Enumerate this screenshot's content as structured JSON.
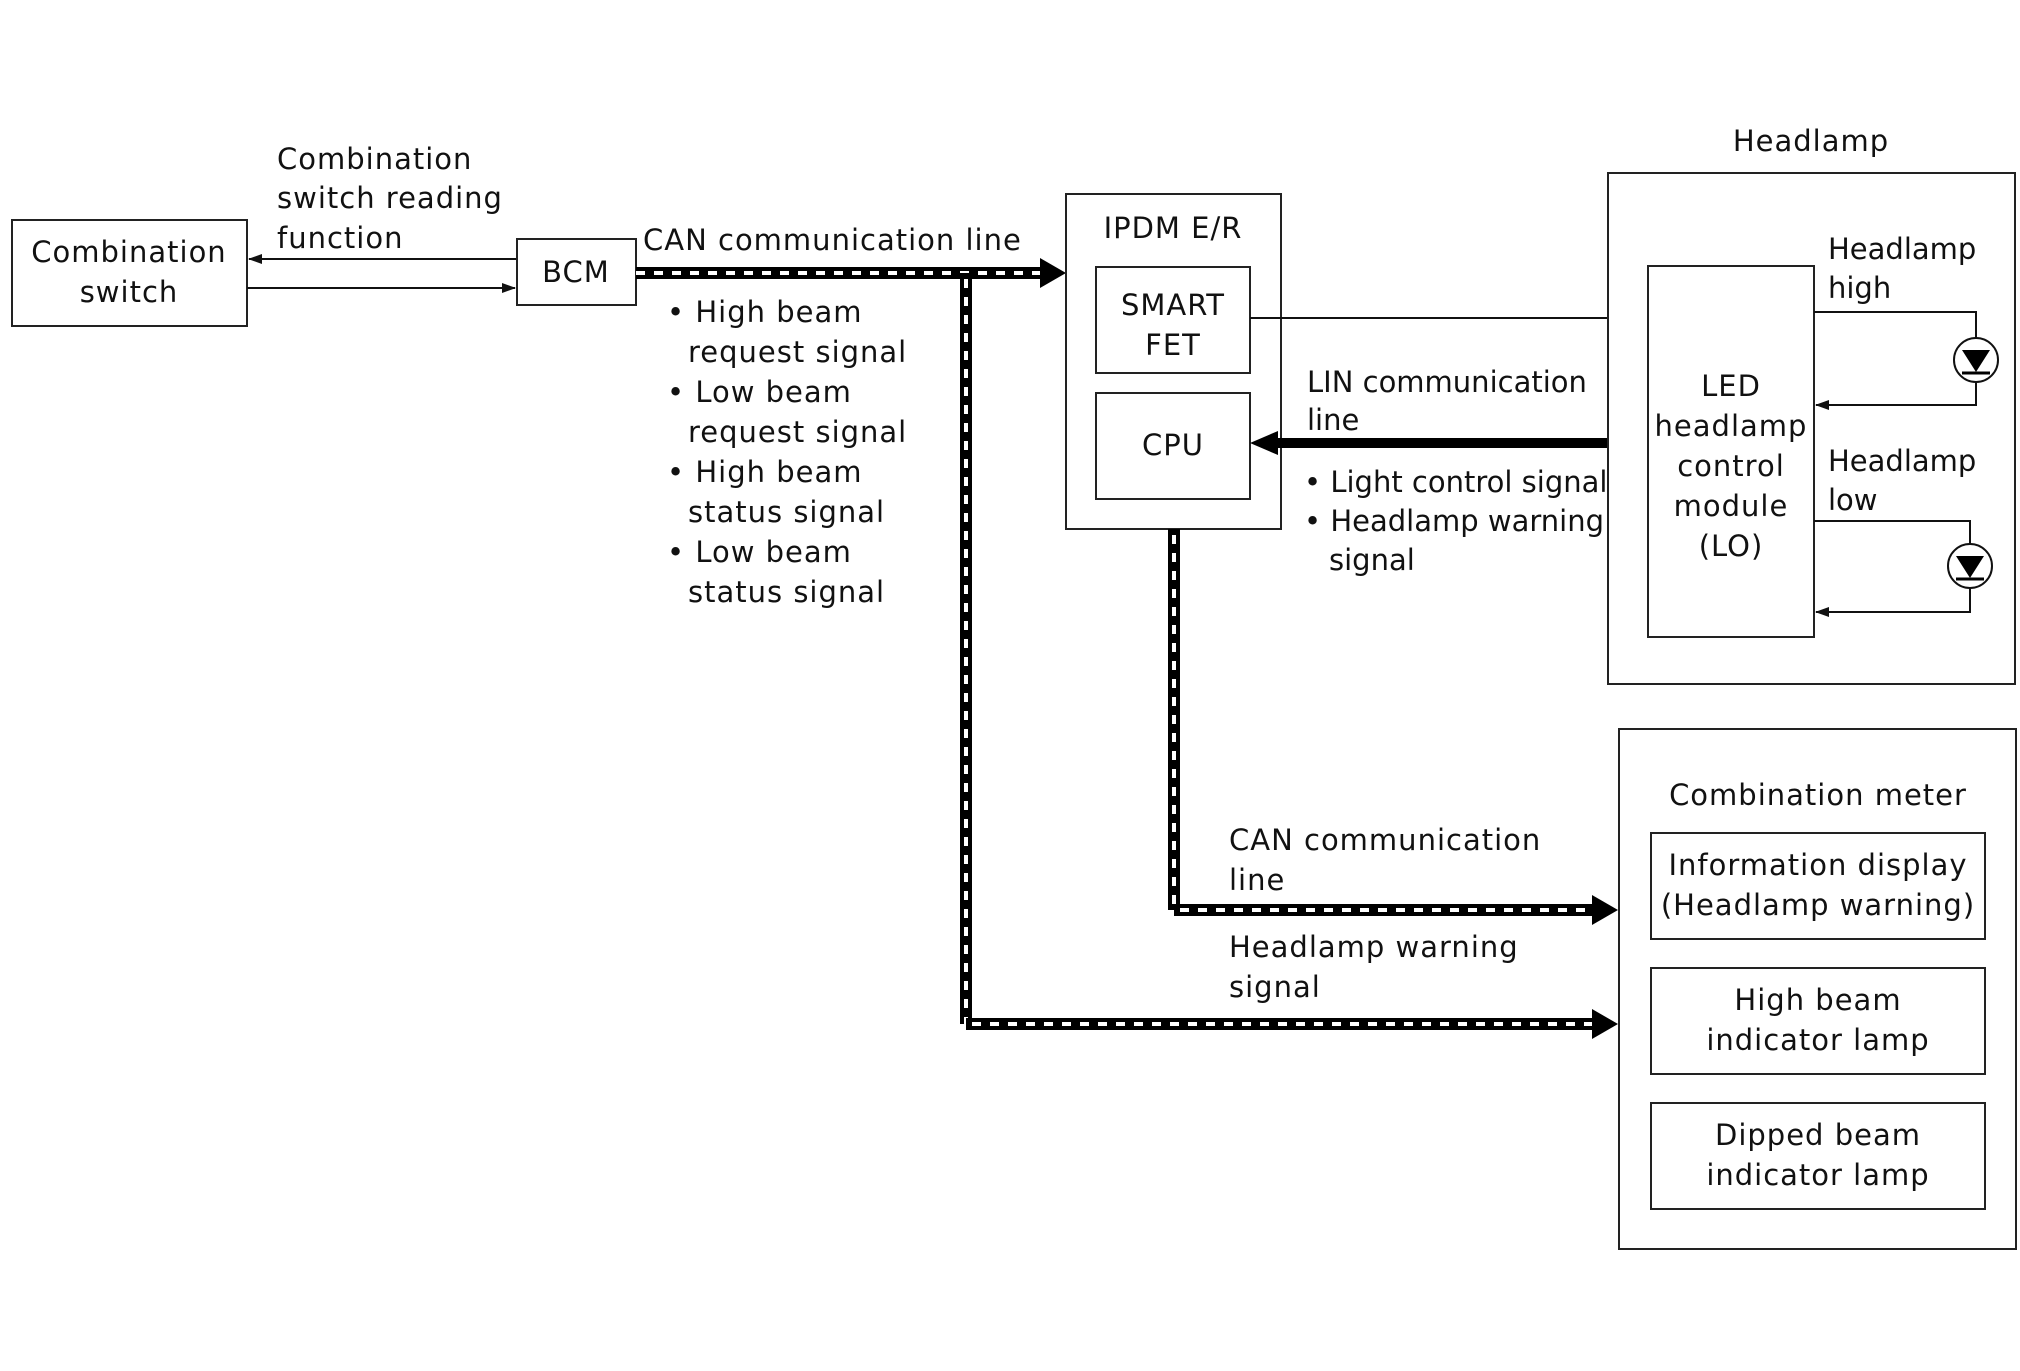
{
  "combination_switch": {
    "line1": "Combination",
    "line2": "switch"
  },
  "switch_function": {
    "line1": "Combination",
    "line2": "switch reading",
    "line3": "function"
  },
  "bcm": {
    "label": "BCM"
  },
  "can_top": {
    "label": "CAN communication line"
  },
  "bcm_signals": {
    "s1a": "• High beam",
    "s1b": "request signal",
    "s2a": "• Low beam",
    "s2b": "request signal",
    "s3a": "• High beam",
    "s3b": "status signal",
    "s4a": "• Low beam",
    "s4b": "status signal"
  },
  "ipdm": {
    "title": "IPDM E/R",
    "smart_fet_1": "SMART",
    "smart_fet_2": "FET",
    "cpu": "CPU"
  },
  "lin": {
    "line1": "LIN communication",
    "line2": "line",
    "s1": "• Light control signal",
    "s2a": "• Headlamp warning",
    "s2b": "signal"
  },
  "headlamp": {
    "title": "Headlamp",
    "module_1": "LED",
    "module_2": "headlamp",
    "module_3": "control",
    "module_4": "module",
    "module_5": "(LO)",
    "high_1": "Headlamp",
    "high_2": "high",
    "low_1": "Headlamp",
    "low_2": "low"
  },
  "can_bottom": {
    "line1": "CAN communication",
    "line2": "line",
    "warn1": "Headlamp warning",
    "warn2": "signal"
  },
  "combination_meter": {
    "title": "Combination meter",
    "info_1": "Information display",
    "info_2": "(Headlamp warning)",
    "high_1": "High beam",
    "high_2": "indicator lamp",
    "dipped_1": "Dipped beam",
    "dipped_2": "indicator lamp"
  }
}
